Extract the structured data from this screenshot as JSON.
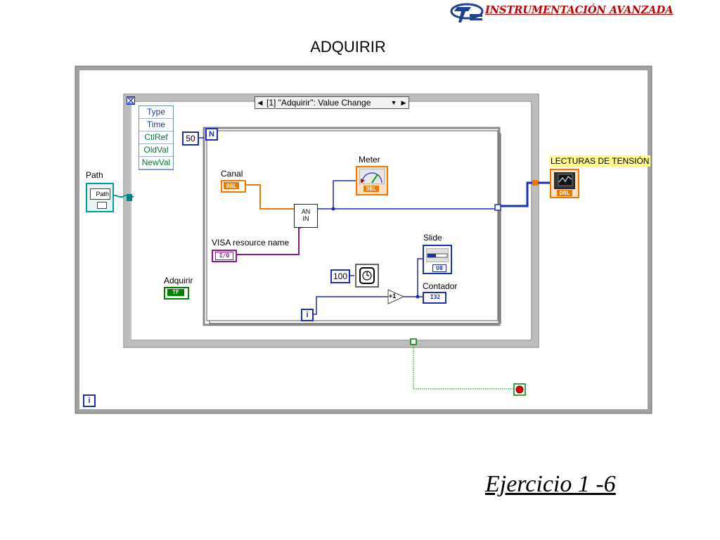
{
  "header": {
    "title": "INSTRUMENTACIÓN AVANZADA",
    "colors": {
      "title": "#c00000",
      "logo": "#1f3f8f"
    }
  },
  "slide": {
    "title": "ADQUIRIR",
    "footer": "Ejercicio 1 -6"
  },
  "diagram": {
    "event_case_label": "[1] \"Adquirir\": Value Change",
    "event_data_node": [
      "Type",
      "Time",
      "CtlRef",
      "OldVal",
      "NewVal"
    ],
    "for_loop_count_terminal": "N",
    "for_loop_count_value": "50",
    "loop_iteration_terminal": "i",
    "wait_ms_value": "100",
    "increment_label": "+1",
    "analog_in_label": [
      "AN",
      "IN"
    ],
    "labels": {
      "path": "Path",
      "canal": "Canal",
      "meter": "Meter",
      "visa": "VISA resource name",
      "slide": "Slide",
      "contador": "Contador",
      "adquirir": "Adquirir",
      "lecturas": "LECTURAS DE TENSIÓN"
    },
    "terminal_types": {
      "path": "Path",
      "canal": "DBL",
      "meter": "DBL",
      "visa": "I/O",
      "slide": "U8",
      "contador": "I32",
      "adquirir": "TF",
      "lecturas": "DBL"
    },
    "icons": [
      "logo-icon",
      "event-hourglass-icon",
      "wait-clock-icon",
      "stop-button-icon",
      "waveform-chart-icon",
      "meter-icon",
      "slide-icon"
    ],
    "wire_colors": {
      "numeric": "#1a2fb4",
      "double": "#f07800",
      "refnum": "#8b1a8b",
      "boolean": "#008000",
      "path": "#00a0a0"
    }
  }
}
